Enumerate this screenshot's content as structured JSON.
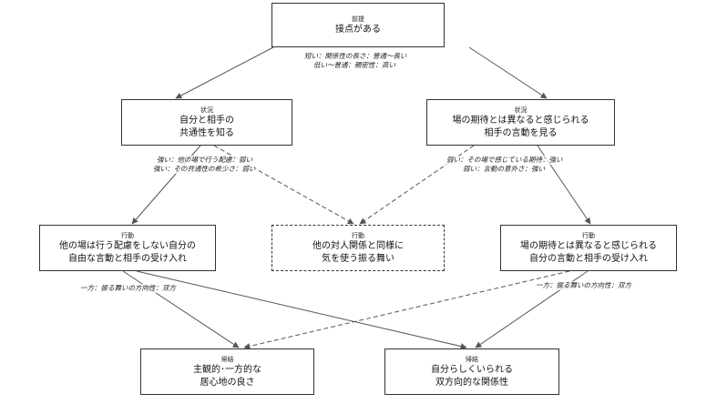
{
  "nodes": {
    "premise": {
      "tag": "前提",
      "lines": [
        "接点がある"
      ]
    },
    "situation_left": {
      "tag": "状況",
      "lines": [
        "自分と相手の",
        "共通性を知る"
      ]
    },
    "situation_right": {
      "tag": "状況",
      "lines": [
        "場の期待とは異なると感じられる",
        "相手の言動を見る"
      ]
    },
    "action_left": {
      "tag": "行動",
      "lines": [
        "他の場は行う配慮をしない自分の",
        "自由な言動と相手の受け入れ"
      ]
    },
    "action_center": {
      "tag": "行動",
      "lines": [
        "他の対人関係と同様に",
        "気を使う振る舞い"
      ]
    },
    "action_right": {
      "tag": "行動",
      "lines": [
        "場の期待とは異なると感じられる",
        "自分の言動と相手の受け入れ"
      ]
    },
    "result_left": {
      "tag": "帰結",
      "lines": [
        "主観的･一方的な",
        "居心地の良さ"
      ]
    },
    "result_right": {
      "tag": "帰結",
      "lines": [
        "自分らしくいられる",
        "双方向的な関係性"
      ]
    }
  },
  "conditions": {
    "premise": [
      "短い：関係性の長さ：普通～長い",
      "低い～普通：親密性：高い"
    ],
    "left": [
      "強い：他の場で行う配慮：弱い",
      "強い：その共通性の希少さ：弱い"
    ],
    "right": [
      "弱い：その場で感じている期待：強い",
      "弱い：言動の意外さ：強い"
    ],
    "action_left": [
      "一方：振る舞いの方向性：双方"
    ],
    "action_right": [
      "一方：振る舞いの方向性：双方"
    ]
  }
}
